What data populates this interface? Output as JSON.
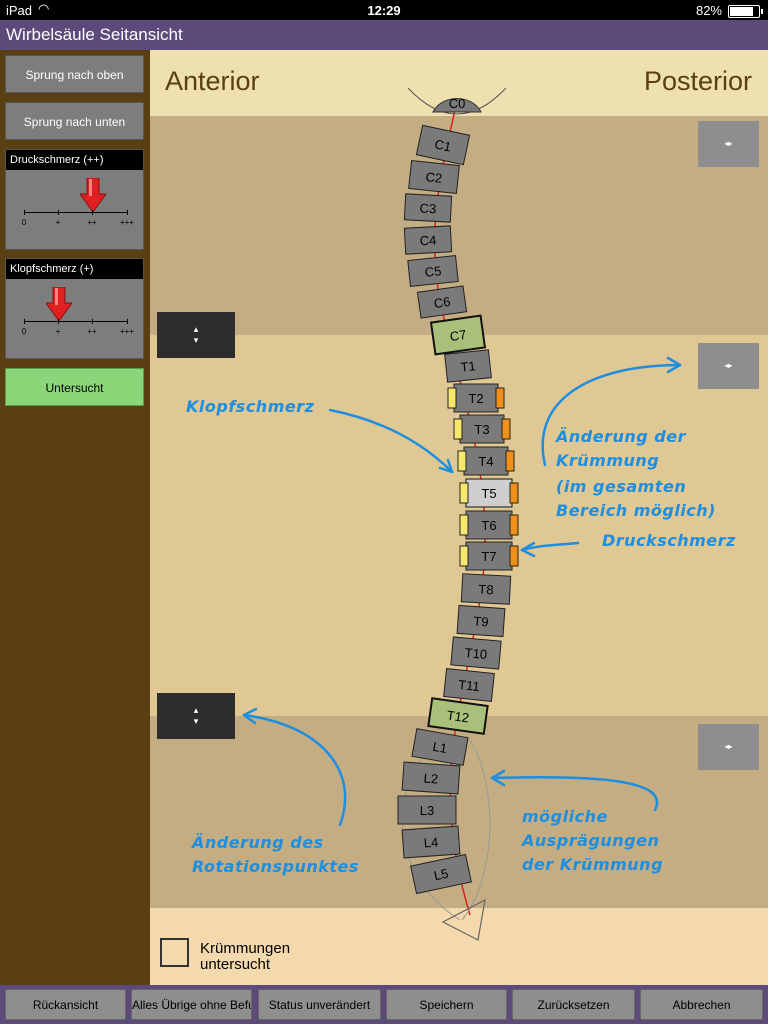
{
  "status_bar": {
    "carrier": "iPad",
    "time": "12:29",
    "battery": "82%"
  },
  "title": "Wirbelsäule Seitansicht",
  "sidebar": {
    "jump_up": "Sprung nach oben",
    "jump_down": "Sprung nach unten",
    "pressure_panel": {
      "title": "Druckschmerz (++)",
      "ticks": [
        "0",
        "+",
        "++",
        "+++"
      ],
      "level": 2
    },
    "knock_panel": {
      "title": "Klopfschmerz (+)",
      "ticks": [
        "0",
        "+",
        "++",
        "+++"
      ],
      "level": 1
    },
    "examined": "Untersucht"
  },
  "main": {
    "anterior": "Anterior",
    "posterior": "Posterior",
    "h_ctrl": "◂▸",
    "v_ctrl_up": "▴",
    "v_ctrl_down": "▾",
    "checkbox_label": "Krümmungen untersucht"
  },
  "vertebrae": [
    "C0",
    "C1",
    "C2",
    "C3",
    "C4",
    "C5",
    "C6",
    "C7",
    "T1",
    "T2",
    "T3",
    "T4",
    "T5",
    "T6",
    "T7",
    "T8",
    "T9",
    "T10",
    "T11",
    "T12",
    "L1",
    "L2",
    "L3",
    "L4",
    "L5"
  ],
  "annotations": {
    "knock": "Klopfschmerz",
    "curve_change": [
      "Änderung der",
      "Krümmung",
      "(im gesamten",
      "Bereich möglich)"
    ],
    "pressure": "Druckschmerz",
    "rotation": [
      "Änderung des",
      "Rotationspunktes"
    ],
    "curve_options": [
      "mögliche",
      "Ausprägungen",
      "der Krümmung"
    ]
  },
  "footer": {
    "back_view": "Rückansicht",
    "rest_normal": "Alles Übrige ohne Befund",
    "status_unchanged": "Status unverändert",
    "save": "Speichern",
    "reset": "Zurücksetzen",
    "cancel": "Abbrechen"
  },
  "colors": {
    "title_bar": "#5b4a7a",
    "sidebar": "#5a3f12",
    "knock_marker": "#f5e86a",
    "pressure_marker": "#f0901a",
    "selected": "#a8c07a",
    "annotation": "#1e8fe0"
  }
}
